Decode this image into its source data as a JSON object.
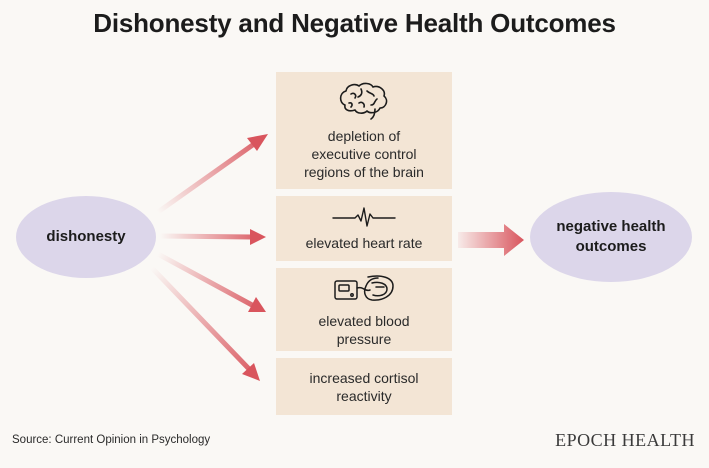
{
  "title": "Dishonesty and Negative Health Outcomes",
  "nodes": {
    "source_node": "dishonesty",
    "target_node": "negative health outcomes"
  },
  "effects": [
    {
      "label": "depletion of executive control regions of the brain",
      "icon": "brain-icon"
    },
    {
      "label": "elevated heart rate",
      "icon": "heartbeat-icon"
    },
    {
      "label": "elevated blood pressure",
      "icon": "blood-pressure-monitor-icon"
    },
    {
      "label": "increased cortisol reactivity",
      "icon": ""
    }
  ],
  "source": "Source: Current Opinion in Psychology",
  "logo": "EPOCH HEALTH",
  "colors": {
    "ellipse": "#dcd6ea",
    "box": "#f3e5d5",
    "arrow": "#d9555d",
    "background": "#faf8f5"
  }
}
